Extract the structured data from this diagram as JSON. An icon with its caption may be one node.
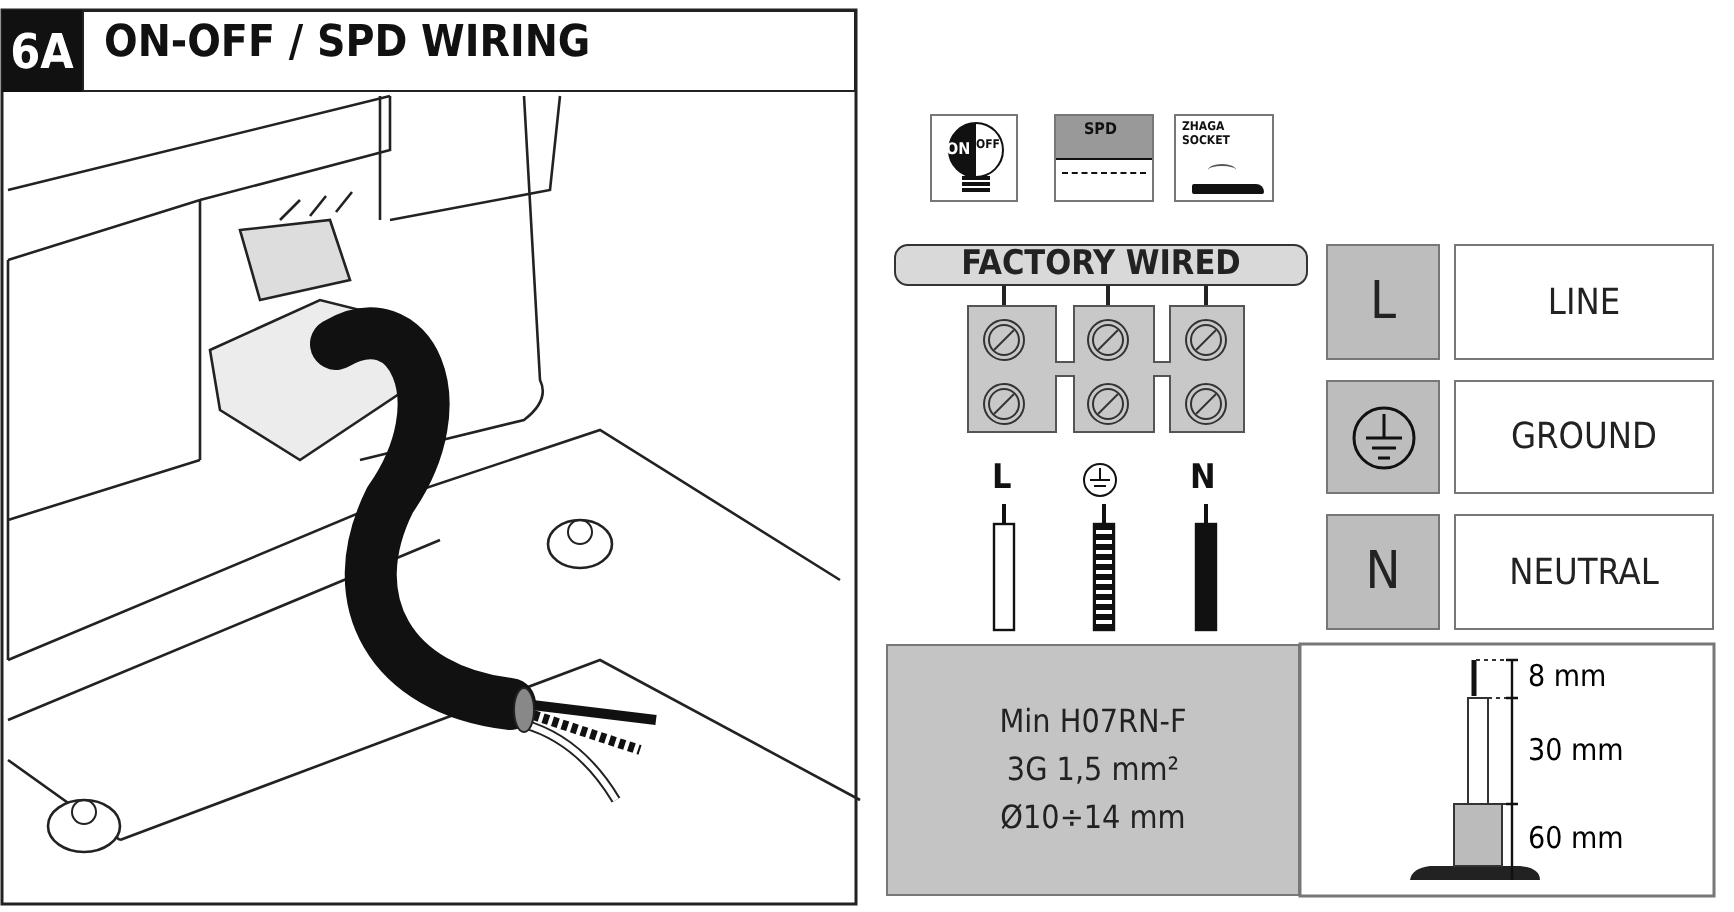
{
  "diagram": {
    "title": "ON-OFF / SPD WIRING",
    "nodes": [
      {
        "text": [
          "FACTORY WIRED"
        ]
      },
      {
        "text": [
          "L"
        ]
      },
      {
        "text": [
          "LINE"
        ]
      },
      {
        "text": [],
        "shape": "box"
      },
      {
        "text": [
          "GROUND"
        ]
      },
      {
        "text": [
          "N"
        ]
      },
      {
        "text": [
          "NEUTRAL"
        ]
      },
      {
        "text": [
          "Min H07RN-F 3G 1,5 mm² Ø10÷14 mm"
        ]
      }
    ],
    "edges": [],
    "labels": [
      "6A",
      "ON",
      "OFF",
      "SPD",
      "ZHAGA SOCKET",
      "L",
      "N",
      "8 mm",
      "30 mm",
      "60 mm"
    ]
  }
}
